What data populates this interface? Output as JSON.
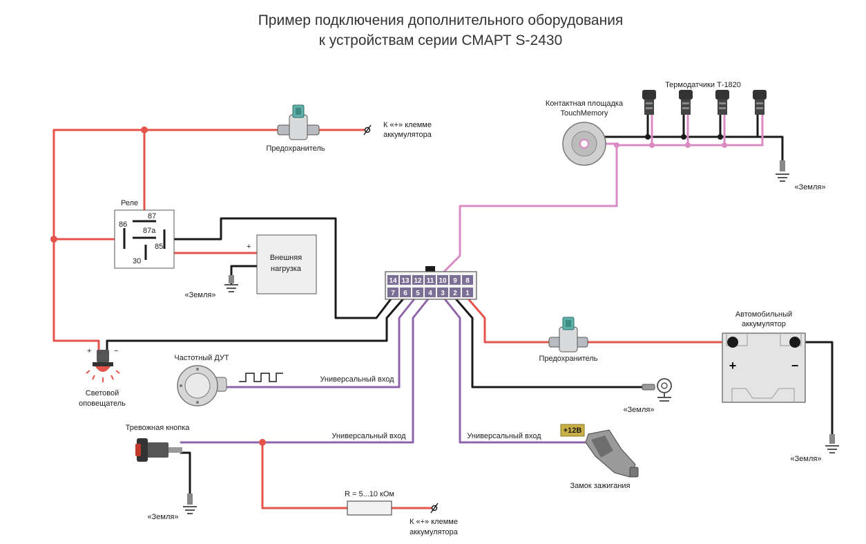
{
  "title": {
    "line1": "Пример подключения дополнительного оборудования",
    "line2": "к устройствам серии СМАРТ S-2430"
  },
  "relay": {
    "label": "Реле",
    "pin_87": "87",
    "pin_86": "86",
    "pin_87a": "87a",
    "pin_85": "85",
    "pin_30": "30"
  },
  "load": {
    "line1": "Внешняя",
    "line2": "нагрузка",
    "plus": "+",
    "minus": "−"
  },
  "connector": {
    "top_pins": [
      "14",
      "13",
      "12",
      "11",
      "10",
      "9",
      "8"
    ],
    "bottom_pins": [
      "7",
      "6",
      "5",
      "4",
      "3",
      "2",
      "1"
    ]
  },
  "fuse_top": {
    "label": "Предохранитель",
    "terminal_line1": "К «+» клемме",
    "terminal_line2": "аккумулятора"
  },
  "fuse_bottom": {
    "label": "Предохранитель"
  },
  "thermo": {
    "label": "Термодатчики Т-1820",
    "pad_line1": "Контактная площадка",
    "pad_line2": "TouchMemory"
  },
  "battery": {
    "line1": "Автомобильный",
    "line2": "аккумулятор",
    "plus": "+",
    "minus": "−"
  },
  "signal": {
    "plus": "+",
    "minus": "−",
    "line1": "Световой",
    "line2": "оповещатель"
  },
  "fuel_sensor": {
    "label": "Частотный ДУТ"
  },
  "inputs": {
    "universal_1": "Универсальный вход",
    "universal_2": "Универсальный вход",
    "universal_3": "Универсальный вход"
  },
  "alarm": {
    "label": "Тревожная кнопка"
  },
  "resistor": {
    "label": "R = 5...10 кОм",
    "terminal_line1": "К «+» клемме",
    "terminal_line2": "аккумулятора"
  },
  "ignition": {
    "label": "Замок зажигания",
    "voltage": "+12В"
  },
  "ground": {
    "load": "«Земля»",
    "thermo": "«Земля»",
    "eyelet": "«Земля»",
    "battery": "«Земля»",
    "alarm": "«Земля»"
  },
  "colors": {
    "red_wire": "#e5534b",
    "black_wire": "#1a1a1a",
    "purple_wire": "#8e64a8",
    "pink_wire": "#d98bc2",
    "connector_pin": "#7b6f96"
  }
}
